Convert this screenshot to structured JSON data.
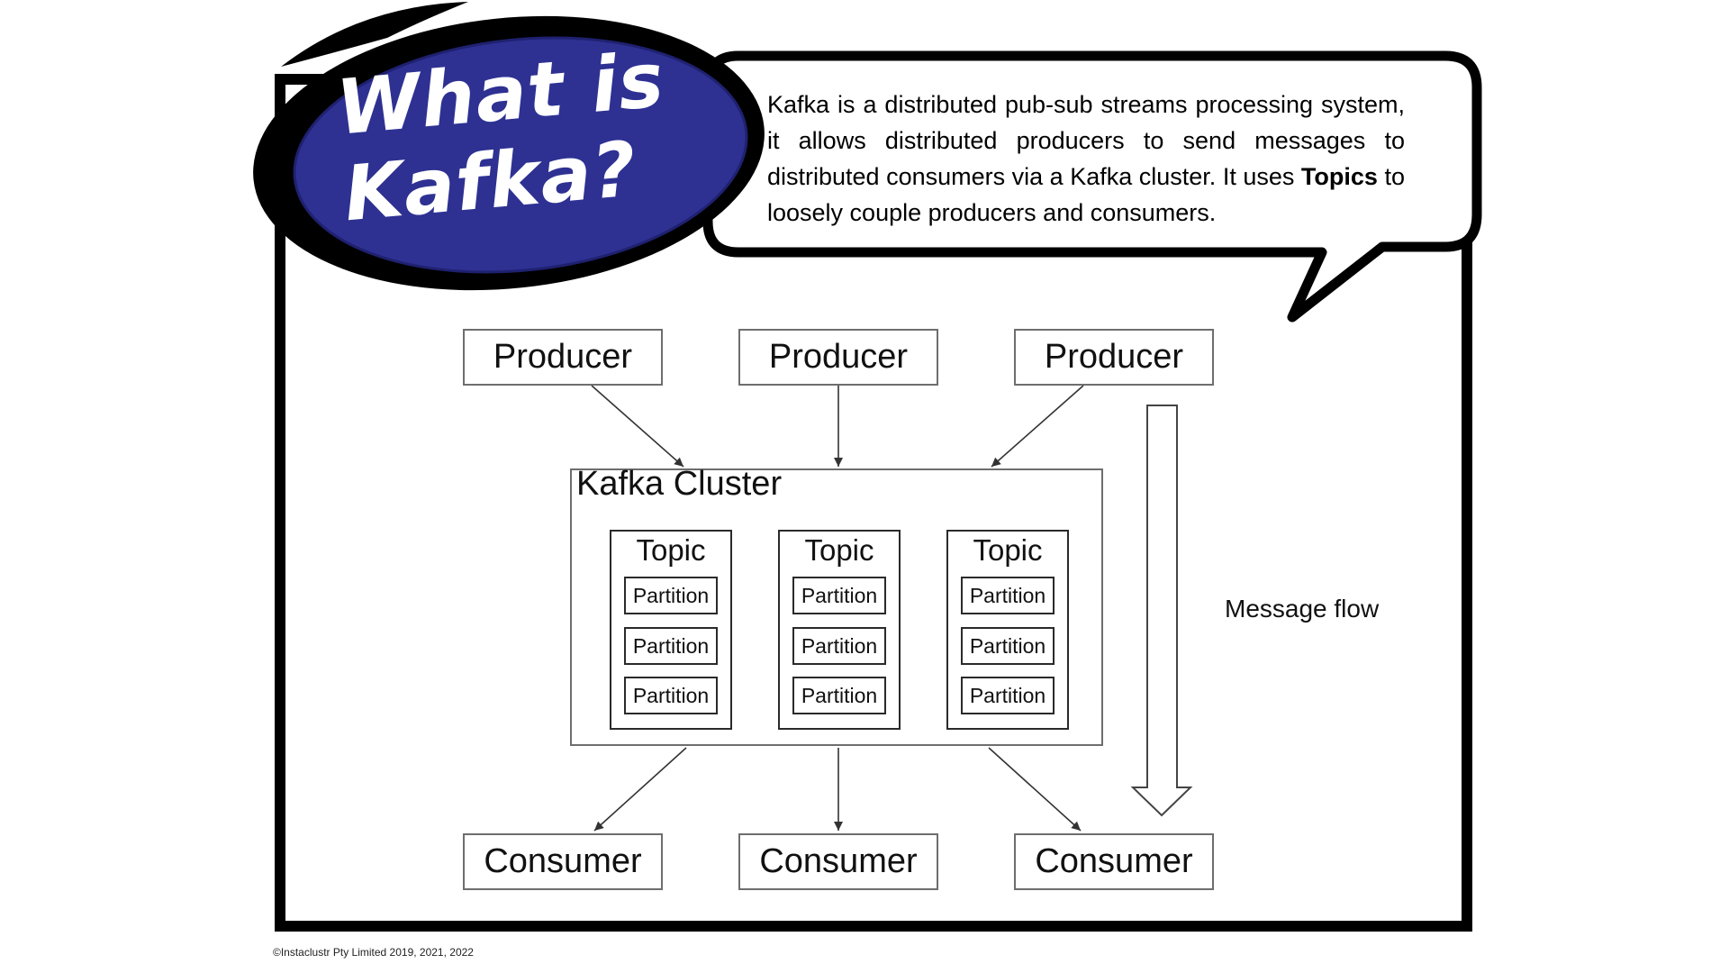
{
  "title": {
    "line1": "What is",
    "line2": "Kafka?"
  },
  "description": {
    "part1": "Kafka is a distributed pub-sub streams processing system, it allows distributed producers to send messages to distributed consumers via a Kafka cluster. It uses",
    "bold": "Topics",
    "part2": "to loosely couple producers and consumers."
  },
  "diagram": {
    "producers": [
      "Producer",
      "Producer",
      "Producer"
    ],
    "cluster_label": "Kafka Cluster",
    "topics": [
      {
        "label": "Topic",
        "partitions": [
          "Partition",
          "Partition",
          "Partition"
        ]
      },
      {
        "label": "Topic",
        "partitions": [
          "Partition",
          "Partition",
          "Partition"
        ]
      },
      {
        "label": "Topic",
        "partitions": [
          "Partition",
          "Partition",
          "Partition"
        ]
      }
    ],
    "consumers": [
      "Consumer",
      "Consumer",
      "Consumer"
    ],
    "flow_label": "Message flow"
  },
  "footer": {
    "copyright": "©Instaclustr Pty Limited 2019, 2021, 2022"
  },
  "colors": {
    "title_blob": "#2e3192",
    "frame": "#000000",
    "box_border": "#6e6e6e"
  }
}
